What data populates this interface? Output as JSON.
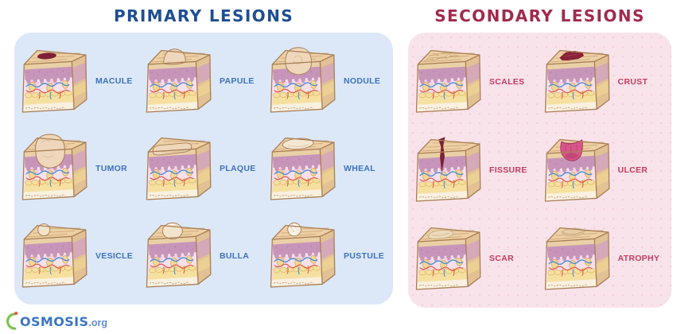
{
  "sections": {
    "primary": {
      "title": "PRIMARY LESIONS",
      "colors": {
        "title": "#1d4e91",
        "label": "#3b72bb",
        "panel": "#dce8f8"
      },
      "items": [
        {
          "id": "macule",
          "label": "MACULE"
        },
        {
          "id": "papule",
          "label": "PAPULE"
        },
        {
          "id": "nodule",
          "label": "NODULE"
        },
        {
          "id": "tumor",
          "label": "TUMOR"
        },
        {
          "id": "plaque",
          "label": "PLAQUE"
        },
        {
          "id": "wheal",
          "label": "WHEAL"
        },
        {
          "id": "vesicle",
          "label": "VESICLE"
        },
        {
          "id": "bulla",
          "label": "BULLA"
        },
        {
          "id": "pustule",
          "label": "PUSTULE"
        }
      ]
    },
    "secondary": {
      "title": "SECONDARY LESIONS",
      "colors": {
        "title": "#a12a4d",
        "label": "#c43b62",
        "panel": "#f9e3ea",
        "panel_dot": "#f3cfda"
      },
      "items": [
        {
          "id": "scales",
          "label": "SCALES"
        },
        {
          "id": "crust",
          "label": "CRUST"
        },
        {
          "id": "fissure",
          "label": "FISSURE"
        },
        {
          "id": "ulcer",
          "label": "ULCER"
        },
        {
          "id": "scar",
          "label": "SCAR"
        },
        {
          "id": "atrophy",
          "label": "ATROPHY"
        }
      ]
    }
  },
  "logo": {
    "name": "OSMOSIS",
    "suffix": ".org",
    "colors": {
      "text": "#3a76c4",
      "suffix_text": "#5b8fd0",
      "mark_green": "#7dc24b",
      "mark_dot": "#ea5a44"
    }
  },
  "illustration": {
    "palette": {
      "outline": "#a97e55",
      "topTan": "#edd0a4",
      "topLine": "#c8a175",
      "sideTan": "#e2c194",
      "sideMauve": "#d2a3c0",
      "sideYellow": "#ecd193",
      "tanBand": "#ead0a6",
      "mauve": "#c795ba",
      "mauveDark": "#a96f9d",
      "dermis": "#f8e0eb",
      "dermisPink": "#f3c8dc",
      "gland": "#f2d794",
      "glandLine": "#cfa558",
      "red": "#e0584a",
      "blue": "#4e8ed2",
      "fat": "#f6e09f",
      "fatLine": "#d9b264",
      "base": "#f9f0e0",
      "baseLine": "#bf9b72",
      "skin": "#eed7ba",
      "skinLine": "#d8bd97",
      "darkLesion": "#7d2136",
      "crust": "#8c2138",
      "crustLine": "#6d1728",
      "ulcer": "#d7568a",
      "ulcerDark": "#a63560",
      "blister": "#f2e3cc",
      "pus": "#f9f3e6",
      "pale": "#ecdabd",
      "paleLine": "#c7a87c",
      "scaleLine": "#c59c6d",
      "flake": "#f3e2c2",
      "atrophyFill": "#e7cda6",
      "atrophyShadow": "#b8925f"
    }
  }
}
